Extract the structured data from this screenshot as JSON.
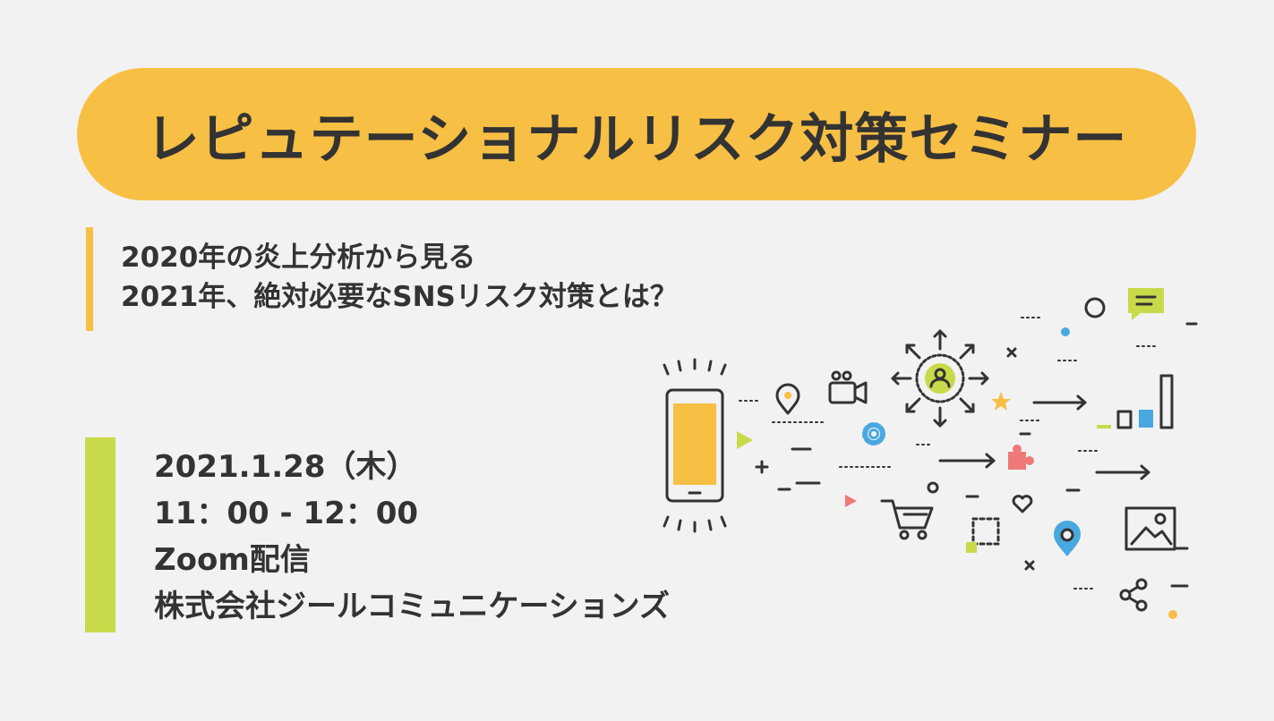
{
  "banner": {
    "title": "レピュテーショナルリスク対策セミナー"
  },
  "subtitle": {
    "line1": "2020年の炎上分析から見る",
    "line2": "2021年、絶対必要なSNSリスク対策とは？"
  },
  "event": {
    "date": "2021.1.28（木）",
    "time": "11：00 - 12：00",
    "venue": "Zoom配信",
    "organizer": "株式会社ジールコミュニケーションズ"
  },
  "colors": {
    "background": "#f2f2f2",
    "banner": "#f7bf44",
    "accent_green": "#c8da4a",
    "text": "#333333",
    "blue": "#4aa8e0",
    "pink": "#f07878"
  }
}
